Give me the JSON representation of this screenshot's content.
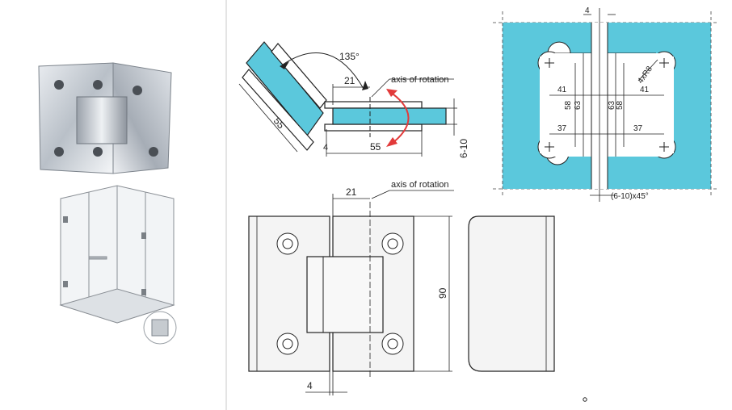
{
  "angle_label": "135°",
  "axis_label_top": "axis of rotation",
  "axis_label_bottom": "axis of rotation",
  "dim_21_top": "21",
  "dim_55_diag": "55",
  "dim_55_flat": "55",
  "dim_4_small": "4",
  "dim_6_10": "6-10",
  "dim_21_front": "21",
  "dim_90": "90",
  "dim_4_front": "4",
  "cutout": {
    "dim_4": "4",
    "dim_4xr8": "4xR8",
    "dim_41_left": "41",
    "dim_58_left": "58",
    "dim_63_left": "63",
    "dim_63_right": "63",
    "dim_58_right": "58",
    "dim_41_right": "41",
    "dim_37_left": "37",
    "dim_37_right": "37",
    "dim_chamfer": "(6-10)x45°"
  },
  "colors": {
    "glass": "#5bc8dc",
    "arrow": "#e23a3a",
    "line": "#222222",
    "panel": "#f4f4f4"
  }
}
